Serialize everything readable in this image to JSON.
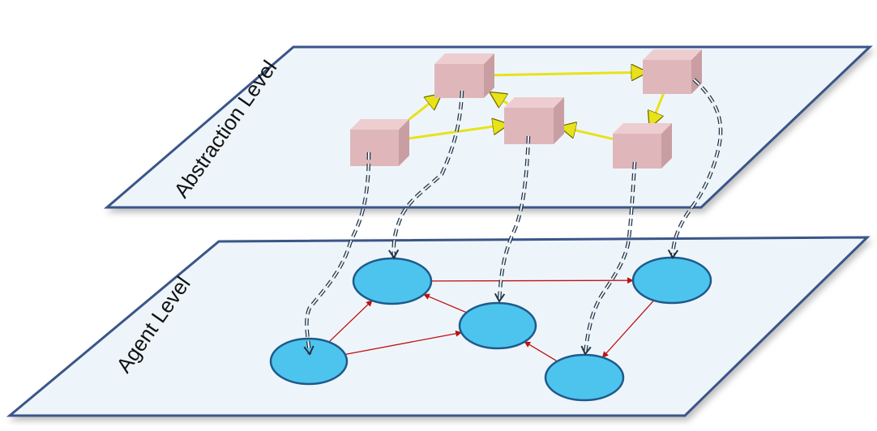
{
  "labels": {
    "abstraction": "Abstraction  Level",
    "agent": "Agent Level"
  },
  "colors": {
    "plane_fill": "#EEF5FA",
    "plane_stroke": "#3A5488",
    "box_front": "#DFB7BA",
    "box_top": "#EDCDD0",
    "box_side": "#C99EA2",
    "agent_fill": "#4DC4EE",
    "agent_stroke": "#1E5A8C",
    "abstraction_edge": "#E8E21A",
    "agent_edge": "#C01010",
    "mapping_line": "#223344"
  },
  "abstraction_nodes": [
    "a1",
    "a2",
    "a3",
    "a4",
    "a5"
  ],
  "agent_nodes": [
    "n1",
    "n2",
    "n3",
    "n4",
    "n5"
  ],
  "abstraction_edges": [
    {
      "from": "a1",
      "to": "a2"
    },
    {
      "from": "a1",
      "to": "a3"
    },
    {
      "from": "a2",
      "to": "a4"
    },
    {
      "from": "a3",
      "to": "a2"
    },
    {
      "from": "a4",
      "to": "a5"
    },
    {
      "from": "a5",
      "to": "a3"
    }
  ],
  "agent_edges": [
    {
      "from": "n1",
      "to": "n2"
    },
    {
      "from": "n1",
      "to": "n3"
    },
    {
      "from": "n2",
      "to": "n4"
    },
    {
      "from": "n3",
      "to": "n2"
    },
    {
      "from": "n4",
      "to": "n5"
    },
    {
      "from": "n5",
      "to": "n3"
    }
  ],
  "mappings": [
    {
      "from": "a1",
      "to": "n1"
    },
    {
      "from": "a2",
      "to": "n2"
    },
    {
      "from": "a3",
      "to": "n3"
    },
    {
      "from": "a4",
      "to": "n4"
    },
    {
      "from": "a5",
      "to": "n5"
    }
  ]
}
